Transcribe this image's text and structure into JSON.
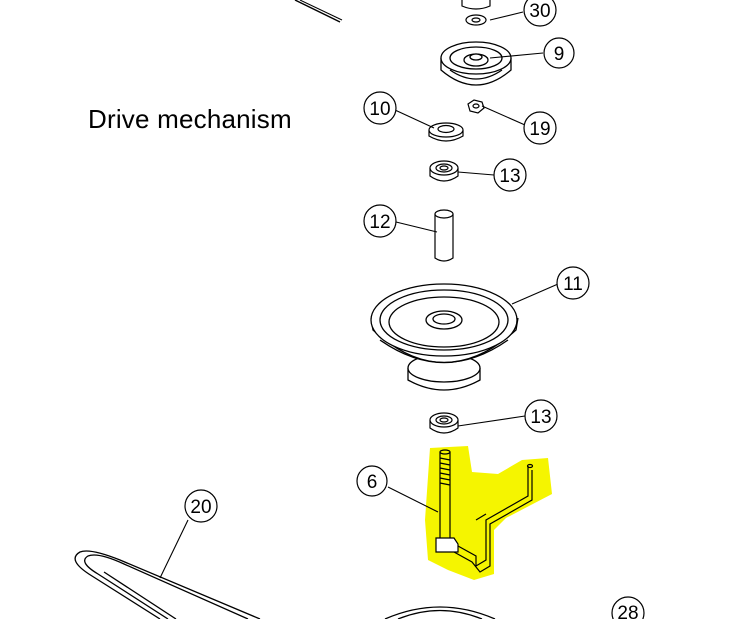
{
  "title": "Drive mechanism",
  "highlight_color": "#f5f500",
  "callouts": {
    "c30": "30",
    "c9": "9",
    "c10": "10",
    "c19": "19",
    "c13a": "13",
    "c12": "12",
    "c11": "11",
    "c13b": "13",
    "c6": "6",
    "c20": "20",
    "c28": "28"
  }
}
